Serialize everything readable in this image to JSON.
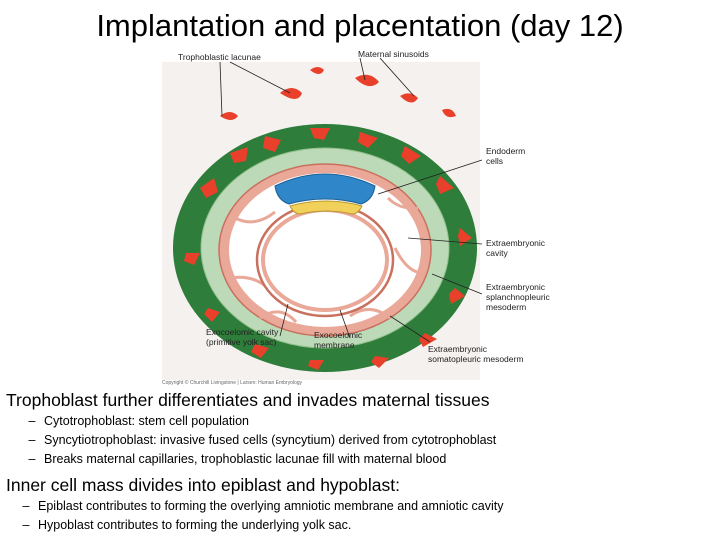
{
  "title": "Implantation and placentation (day 12)",
  "figure": {
    "labels": {
      "trophoblastic_lacunae": "Trophoblastic lacunae",
      "maternal_sinusoids": "Maternal sinusoids",
      "endoderm_cells_1": "Endoderm",
      "endoderm_cells_2": "cells",
      "extraembryonic_cavity_1": "Extraembryonic",
      "extraembryonic_cavity_2": "cavity",
      "splanchnopleuric_1": "Extraembryonic",
      "splanchnopleuric_2": "splanchnopleuric",
      "splanchnopleuric_3": "mesoderm",
      "exocoelomic_cavity_1": "Exocoelomic cavity",
      "exocoelomic_cavity_2": "(primitive yolk sac)",
      "exocoelomic_membrane_1": "Exocoelomic",
      "exocoelomic_membrane_2": "membrane",
      "somatopleuric_1": "Extraembryonic",
      "somatopleuric_2": "somatopleuric mesoderm",
      "copyright": "Copyright © Churchill Livingstone | Larsen: Human Embryology"
    },
    "colors": {
      "maternal_blood": "#e8402a",
      "syncytiotrophoblast": "#2e7d3a",
      "cytotrophoblast": "#bcd9b8",
      "mesoderm": "#e9a898",
      "epiblast": "#2f86c8",
      "cavity": "#ffffff"
    }
  },
  "bullets": [
    {
      "text": "Trophoblast further differentiates and invades maternal tissues",
      "sub": [
        "Cytotrophoblast: stem cell population",
        "Syncytiotrophoblast: invasive fused cells (syncytium) derived from cytotrophoblast",
        "Breaks maternal capillaries, trophoblastic lacunae fill with maternal blood"
      ]
    },
    {
      "text": "Inner cell mass divides into epiblast and hypoblast:",
      "sub": [
        "Epiblast contributes to forming the overlying amniotic membrane and amniotic cavity",
        "Hypoblast contributes to forming the underlying yolk sac."
      ]
    }
  ],
  "dash": "–"
}
